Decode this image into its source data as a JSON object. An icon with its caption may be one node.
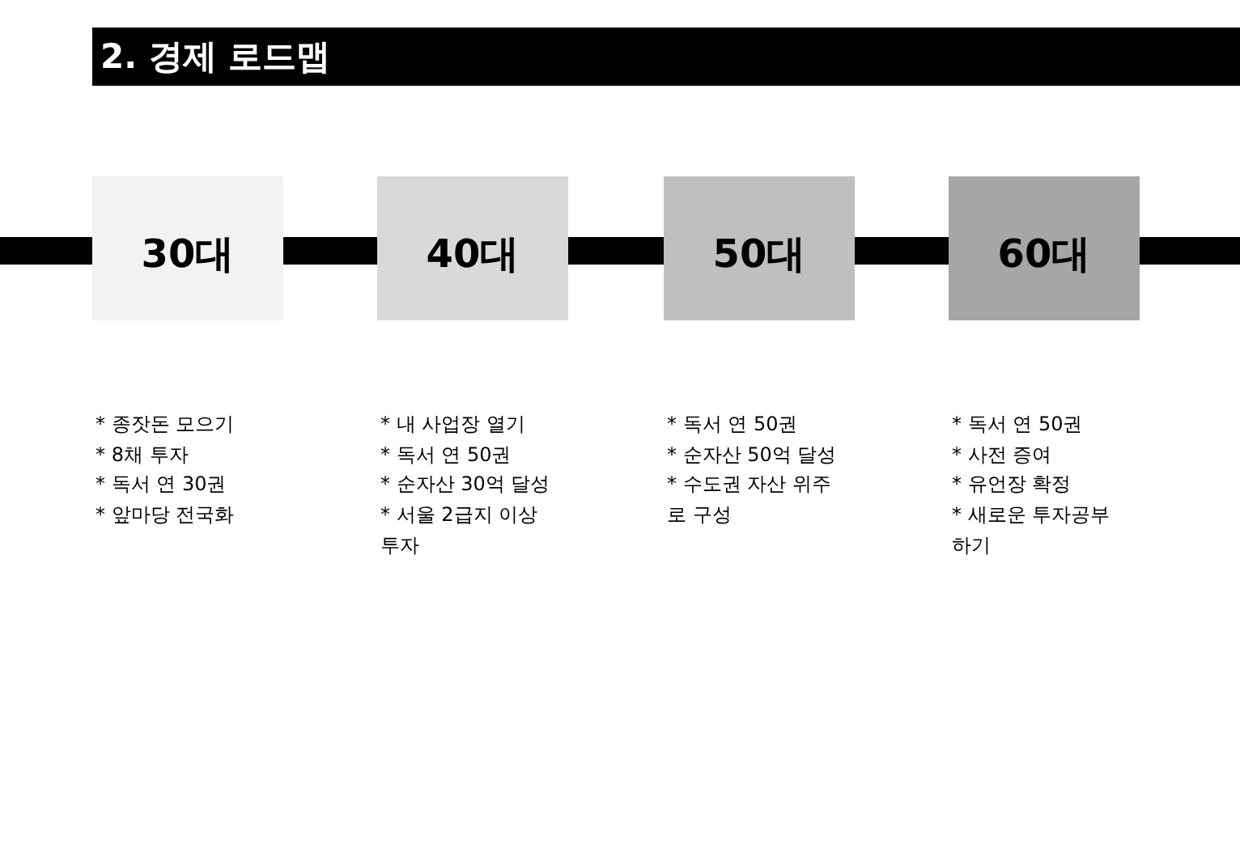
{
  "diagram": {
    "title": "2. 경제 로드맵",
    "nodes": [
      {
        "text": [
          "30대"
        ],
        "beside": [
          "* 종잣돈 모으기",
          "* 8채 투자",
          "* 독서 연 30권",
          "* 앞마당 전국화"
        ]
      },
      {
        "text": [
          "40대"
        ],
        "beside": [
          "* 내 사업장 열기",
          "* 독서 연 50권",
          "* 순자산 30억 달성",
          "* 서울 2급지 이상 투자"
        ]
      },
      {
        "text": [
          "50대"
        ],
        "beside": [
          "* 독서 연 50권",
          "* 순자산 50억 달성",
          "* 수도권 자산 위주로 구성"
        ]
      },
      {
        "text": [
          "60대"
        ],
        "beside": [
          "* 독서 연 50권",
          "* 사전 증여",
          "* 유언장 확정",
          "* 새로운 투자공부 하기"
        ]
      }
    ],
    "edges": [
      {
        "from": null,
        "to": 0,
        "arrow": "none"
      },
      {
        "from": 0,
        "to": 1,
        "arrow": "none"
      },
      {
        "from": 1,
        "to": 2,
        "arrow": "none"
      },
      {
        "from": 2,
        "to": 3,
        "arrow": "none"
      },
      {
        "from": 3,
        "to": null,
        "arrow": "none"
      }
    ]
  }
}
